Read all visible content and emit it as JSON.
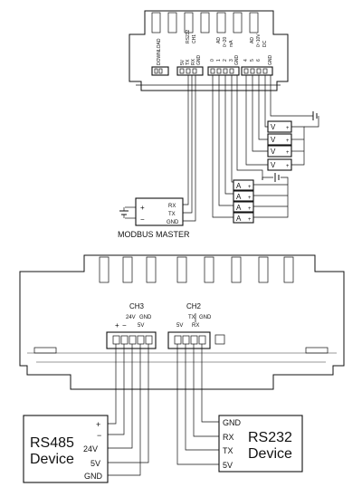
{
  "top": {
    "header_labels": [
      "DOWNLOAD",
      "5V",
      "TX",
      "RX",
      "GND",
      "RS232",
      "CH1",
      "0",
      "1",
      "2",
      "3",
      "GND",
      "AD",
      "0~20",
      "mA",
      "4",
      "5",
      "6",
      "GND",
      "AD",
      "0~10V",
      "DC"
    ],
    "meter_v_label": "V",
    "meter_a_label": "A",
    "plus_sign": "+",
    "minus_sign": "−",
    "master_pins": [
      "RX",
      "TX",
      "GND"
    ],
    "master_plus": "+",
    "master_minus": "−",
    "master_title": "MODBUS MASTER"
  },
  "bottom": {
    "ch3_title": "CH3",
    "ch2_title": "CH2",
    "ch3_pins": [
      "+",
      "−",
      "24V",
      "GND",
      "5V"
    ],
    "ch2_pins": [
      "5V",
      "TX",
      "GND",
      "RX"
    ],
    "rs485_name_1": "RS485",
    "rs485_name_2": "Device",
    "rs485_pins": [
      "+",
      "−",
      "24V",
      "5V",
      "GND"
    ],
    "rs232_name_1": "RS232",
    "rs232_name_2": "Device",
    "rs232_pins": [
      "GND",
      "RX",
      "TX",
      "5V"
    ]
  }
}
